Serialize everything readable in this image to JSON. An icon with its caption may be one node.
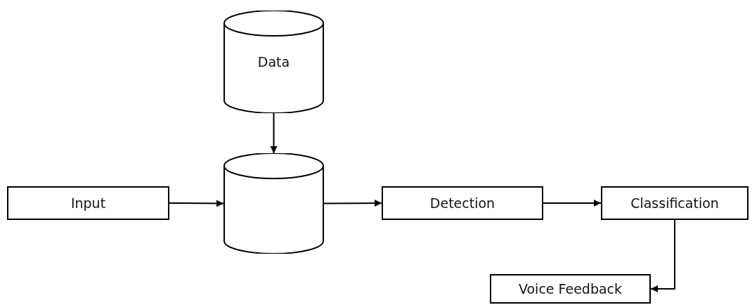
{
  "diagram": {
    "nodes": [
      {
        "text": [
          "Data"
        ]
      },
      {
        "text": [
          "Input"
        ]
      },
      {
        "text": [],
        "shape": "cylinder"
      },
      {
        "text": [
          "Detection"
        ]
      },
      {
        "text": [
          "Classification"
        ]
      },
      {
        "text": [
          "Voice Feedback"
        ]
      }
    ],
    "edges": [
      {
        "from": 0,
        "to": 2,
        "arrow": "to"
      },
      {
        "from": 1,
        "to": 2,
        "arrow": "to"
      },
      {
        "from": 2,
        "to": 3,
        "arrow": "to"
      },
      {
        "from": 3,
        "to": 4,
        "arrow": "to"
      },
      {
        "from": 4,
        "to": 5,
        "arrow": "to"
      }
    ]
  }
}
